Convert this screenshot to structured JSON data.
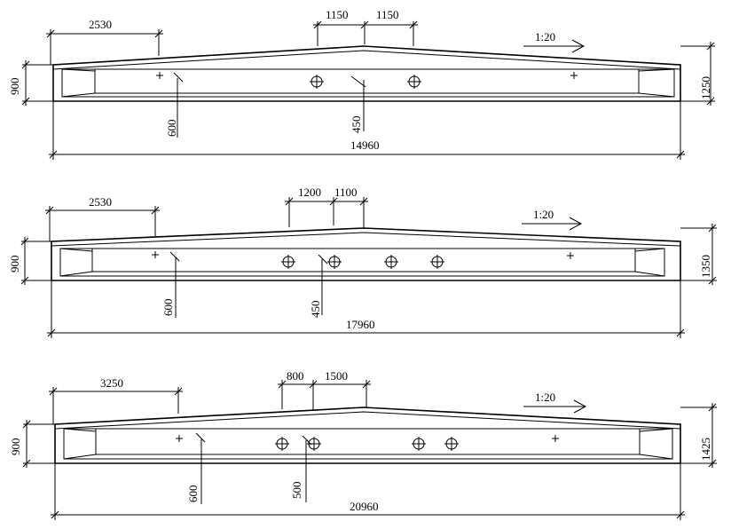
{
  "beams": [
    {
      "id": "beam-1",
      "dims": {
        "top_left": "2530",
        "top_mid_left": "1150",
        "top_mid_right": "1150",
        "height_left": "900",
        "height_right": "1250",
        "bottom_a": "600",
        "bottom_b": "450",
        "total_length": "14960",
        "slope": "1:20"
      }
    },
    {
      "id": "beam-2",
      "dims": {
        "top_left": "2530",
        "top_mid_left": "1200",
        "top_mid_right": "1100",
        "height_left": "900",
        "height_right": "1350",
        "bottom_a": "600",
        "bottom_b": "450",
        "total_length": "17960",
        "slope": "1:20"
      }
    },
    {
      "id": "beam-3",
      "dims": {
        "top_left": "3250",
        "top_mid_left": "800",
        "top_mid_right": "1500",
        "height_left": "900",
        "height_right": "1425",
        "bottom_a": "600",
        "bottom_b": "500",
        "total_length": "20960",
        "slope": "1:20"
      }
    }
  ]
}
